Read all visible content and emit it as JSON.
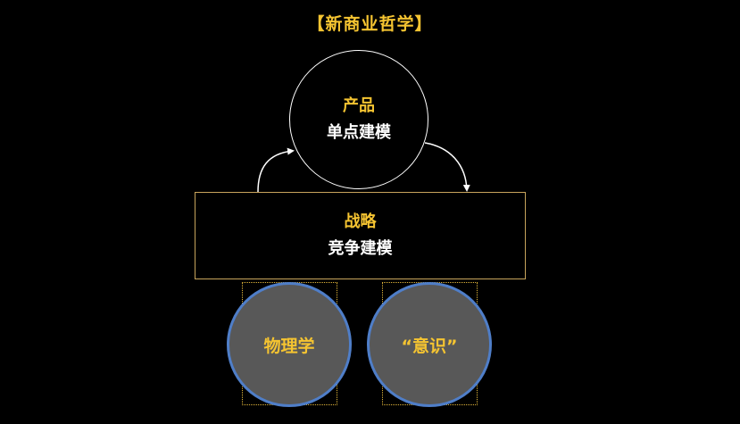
{
  "title": "【新商业哲学】",
  "product": {
    "label": "产品",
    "sublabel": "单点建模"
  },
  "strategy": {
    "label": "战略",
    "sublabel": "竞争建模"
  },
  "foundations": [
    {
      "label": "物理学"
    },
    {
      "label": "“意识”"
    }
  ],
  "colors": {
    "background": "#000000",
    "accent_gold": "#F5C431",
    "box_border": "#C8A45C",
    "circle_fill": "#585858",
    "circle_border": "#4F7EC8"
  }
}
